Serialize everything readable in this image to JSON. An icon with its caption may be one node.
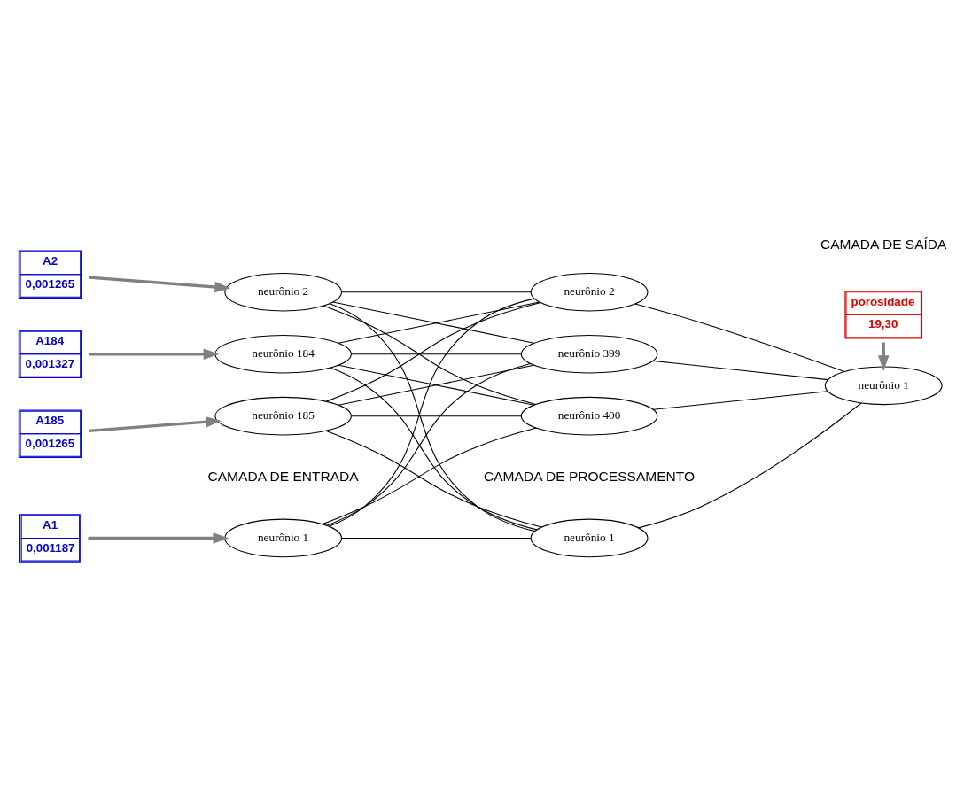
{
  "diagram": {
    "nodes": [
      {
        "text": [
          "neurônio 1"
        ]
      },
      {
        "text": [
          "neurônio 2"
        ]
      },
      {
        "text": [
          "neurônio 184"
        ]
      },
      {
        "text": [
          "neurônio 185"
        ]
      },
      {
        "text": [
          "neurônio 1"
        ]
      },
      {
        "text": [
          "neurônio 2"
        ]
      },
      {
        "text": [
          "neurônio 399"
        ]
      },
      {
        "text": [
          "neurônio 400"
        ]
      },
      {
        "text": [
          "neurônio 1"
        ]
      },
      {
        "text": [
          "A1",
          "0,001187"
        ]
      },
      {
        "text": [
          "A2",
          "0,001265"
        ]
      },
      {
        "text": [
          "A184",
          "0,001327"
        ]
      },
      {
        "text": [
          "A185",
          "0,001265"
        ]
      },
      {
        "text": [
          "porosidade",
          "19,30"
        ]
      }
    ],
    "edges": [
      {
        "from": 9,
        "to": 0,
        "arrow": "to",
        "style": "thick",
        "color": "#808080"
      },
      {
        "from": 10,
        "to": 1,
        "arrow": "to",
        "style": "thick",
        "color": "#808080"
      },
      {
        "from": 11,
        "to": 2,
        "arrow": "to",
        "style": "thick",
        "color": "#808080"
      },
      {
        "from": 12,
        "to": 3,
        "arrow": "to",
        "style": "thick",
        "color": "#808080"
      },
      {
        "from": 0,
        "to": 4,
        "arrow": "none"
      },
      {
        "from": 0,
        "to": 5,
        "arrow": "none"
      },
      {
        "from": 0,
        "to": 6,
        "arrow": "none"
      },
      {
        "from": 0,
        "to": 7,
        "arrow": "none"
      },
      {
        "from": 1,
        "to": 4,
        "arrow": "none"
      },
      {
        "from": 1,
        "to": 5,
        "arrow": "none"
      },
      {
        "from": 1,
        "to": 6,
        "arrow": "none"
      },
      {
        "from": 1,
        "to": 7,
        "arrow": "none"
      },
      {
        "from": 2,
        "to": 4,
        "arrow": "none"
      },
      {
        "from": 2,
        "to": 5,
        "arrow": "none"
      },
      {
        "from": 2,
        "to": 6,
        "arrow": "none"
      },
      {
        "from": 2,
        "to": 7,
        "arrow": "none"
      },
      {
        "from": 3,
        "to": 4,
        "arrow": "none"
      },
      {
        "from": 3,
        "to": 5,
        "arrow": "none"
      },
      {
        "from": 3,
        "to": 6,
        "arrow": "none"
      },
      {
        "from": 3,
        "to": 7,
        "arrow": "none"
      },
      {
        "from": 4,
        "to": 8,
        "arrow": "none"
      },
      {
        "from": 5,
        "to": 8,
        "arrow": "none"
      },
      {
        "from": 6,
        "to": 8,
        "arrow": "none"
      },
      {
        "from": 7,
        "to": 8,
        "arrow": "none"
      },
      {
        "from": 13,
        "to": 8,
        "arrow": "to",
        "style": "thick",
        "color": "#808080"
      }
    ],
    "labels": [
      "CAMADA DE ENTRADA",
      "CAMADA DE PROCESSAMENTO",
      "CAMADA DE SAÍDA"
    ]
  }
}
